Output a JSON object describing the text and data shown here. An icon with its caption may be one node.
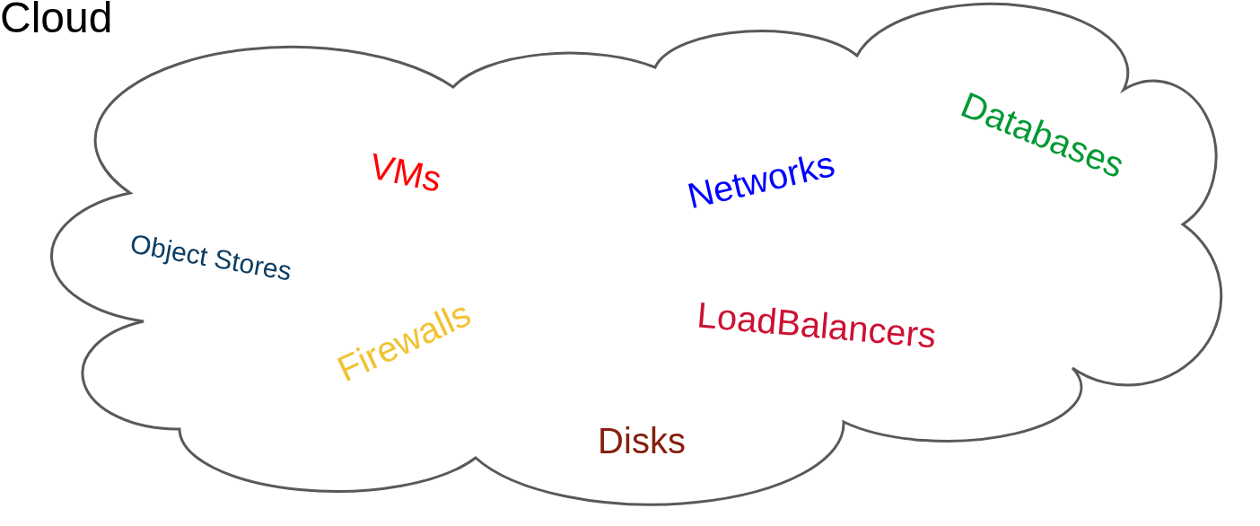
{
  "diagram": {
    "nodes": [
      {
        "text": [
          "Cloud"
        ]
      }
    ],
    "labels": [
      "VMs",
      "Networks",
      "Databases",
      "Object Stores",
      "Firewalls",
      "LoadBalancers",
      "Disks"
    ]
  }
}
